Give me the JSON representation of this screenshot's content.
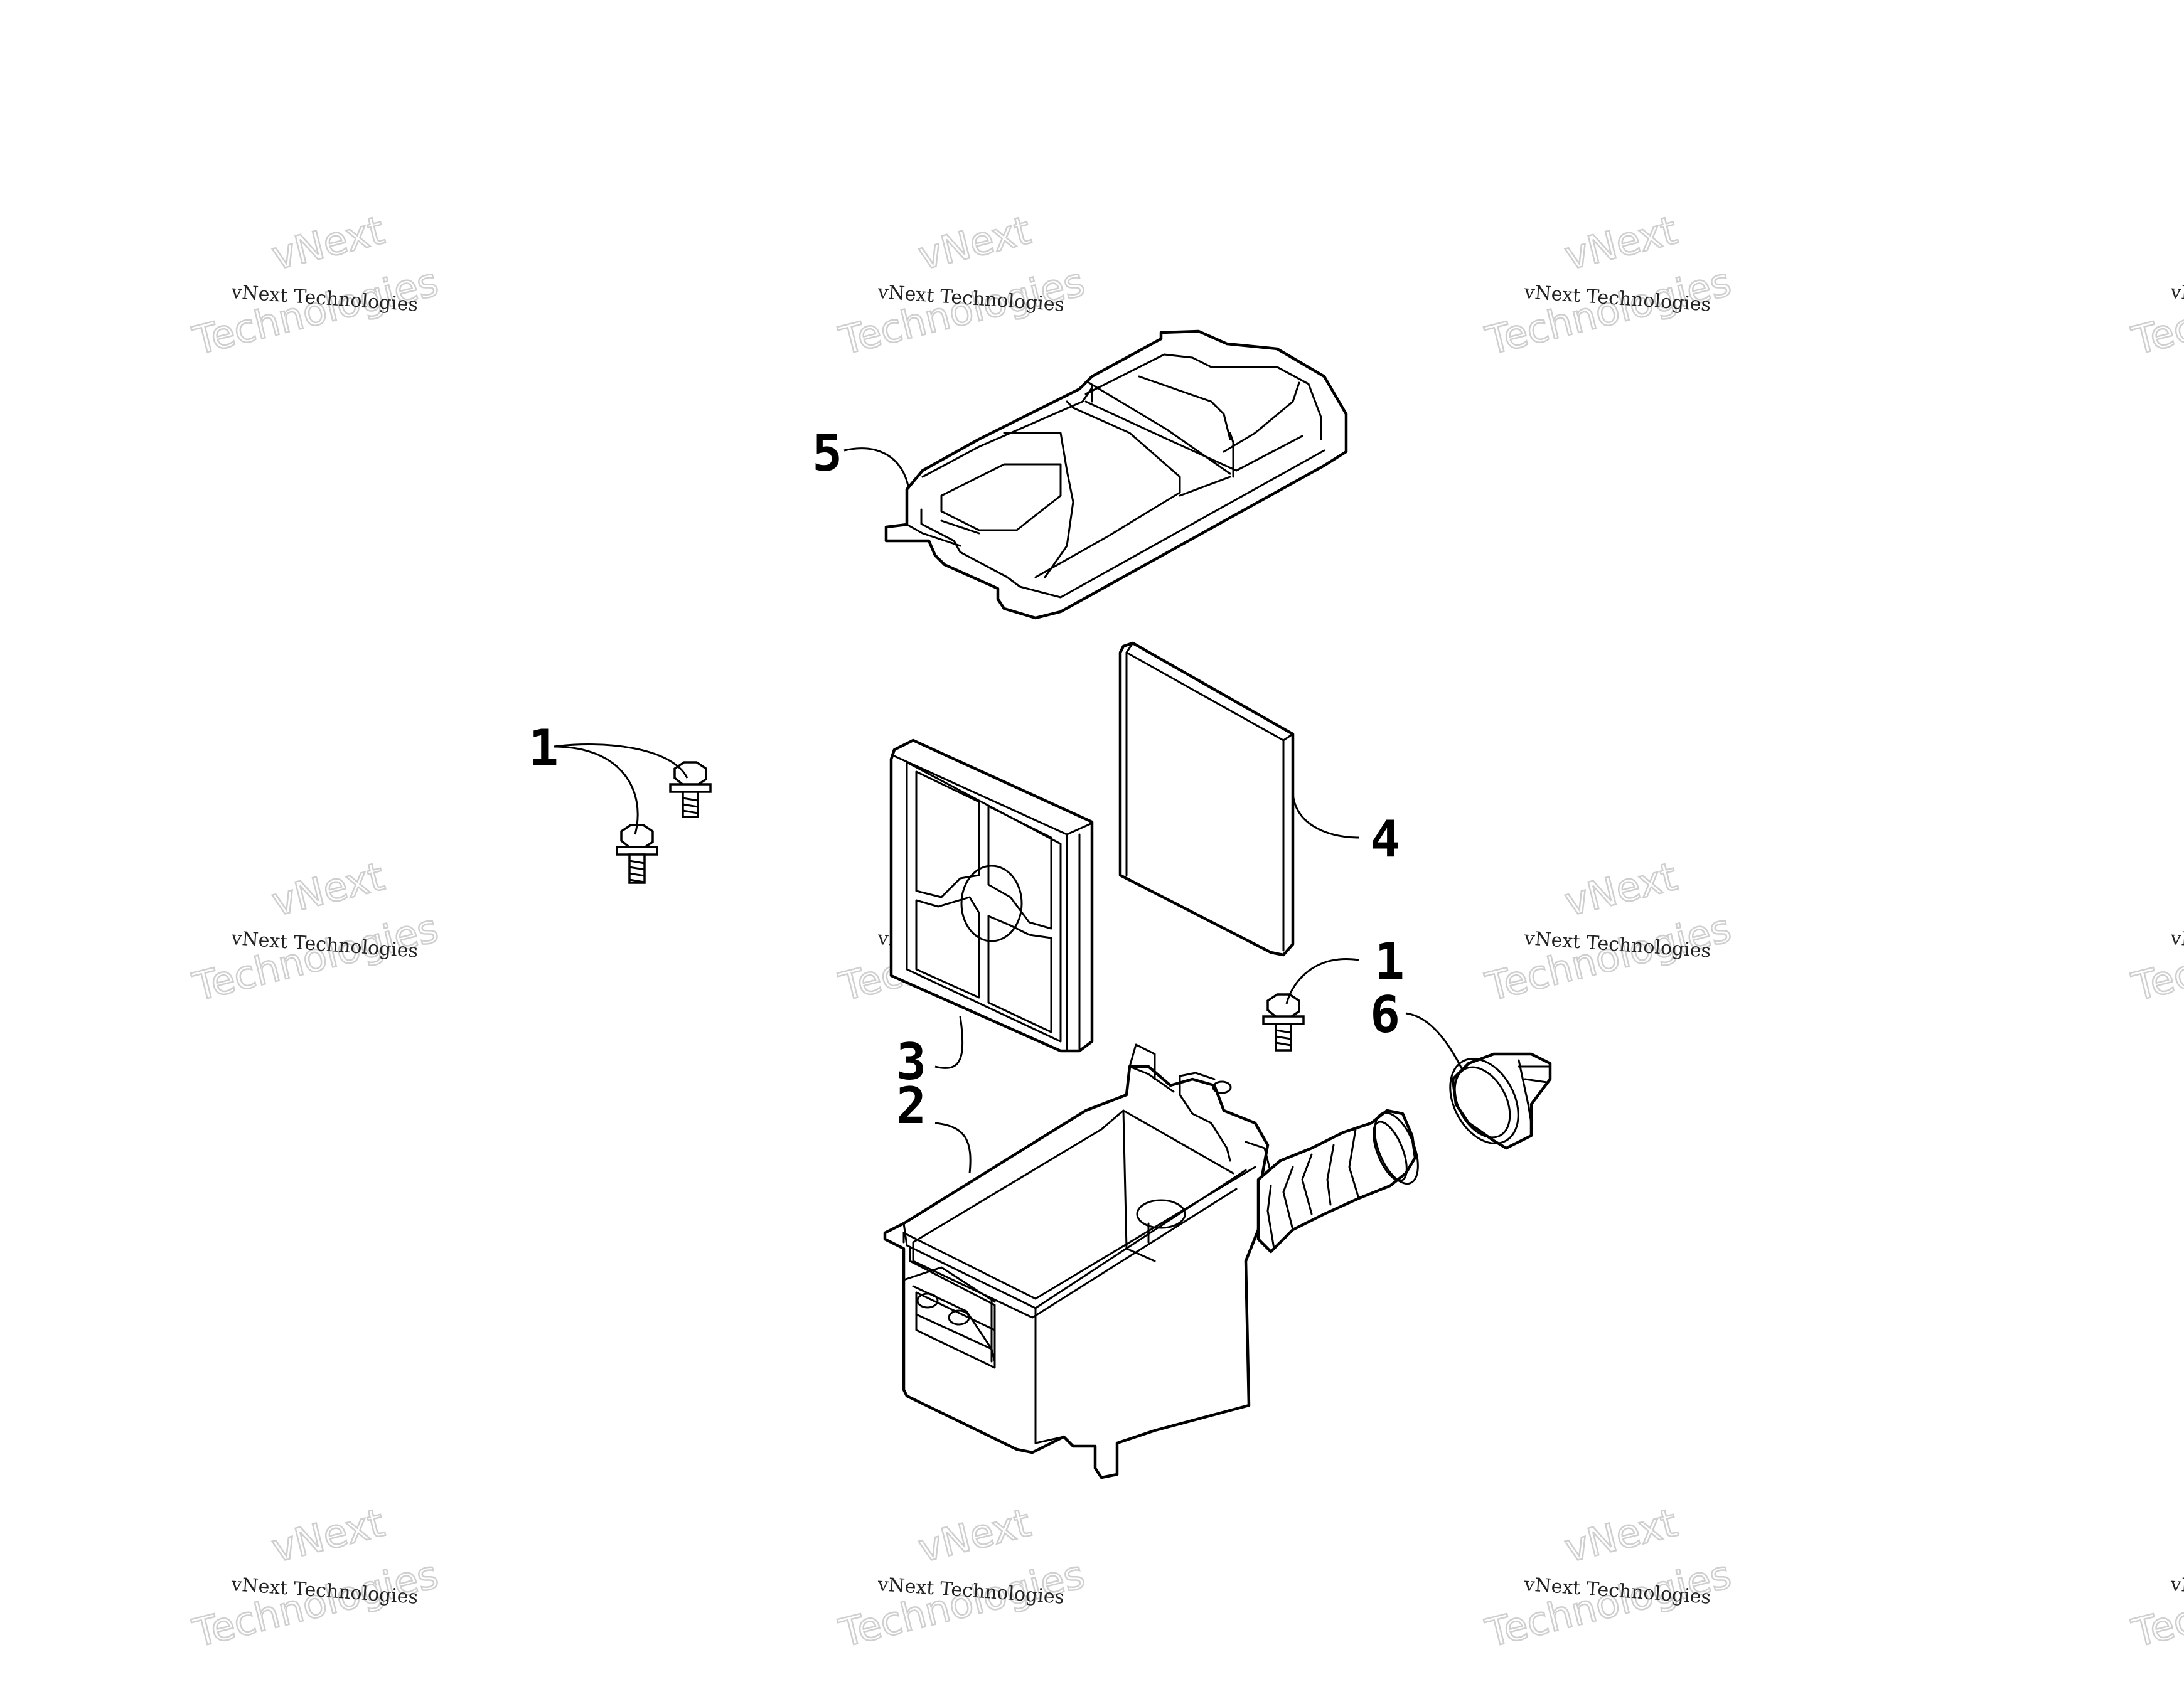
{
  "diagram": {
    "callouts": [
      {
        "id": "bolt-a",
        "text": "1"
      },
      {
        "id": "housing",
        "text": "2"
      },
      {
        "id": "filter-frame",
        "text": "3"
      },
      {
        "id": "filter-element",
        "text": "4"
      },
      {
        "id": "cover",
        "text": "5"
      },
      {
        "id": "bolt-b",
        "text": "1"
      },
      {
        "id": "boot",
        "text": "6"
      }
    ],
    "line_color": "#000000"
  },
  "watermark": {
    "brand": "vNext",
    "company": "Technologies",
    "full": "vNext Technologies"
  }
}
